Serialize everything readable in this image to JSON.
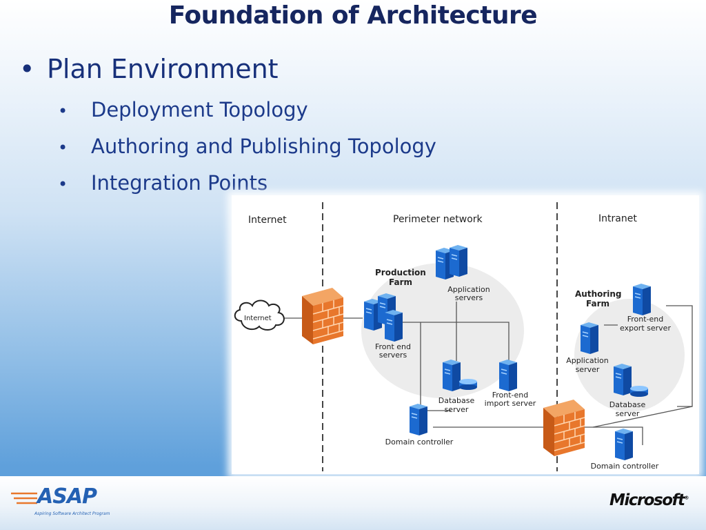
{
  "slide": {
    "title": "Foundation of Architecture",
    "bullet": "Plan Environment",
    "subbullets": [
      "Deployment Topology",
      "Authoring and Publishing Topology",
      "Integration Points"
    ]
  },
  "diagram": {
    "zones": [
      "Internet",
      "Perimeter network",
      "Intranet"
    ],
    "cloud_label": "Internet",
    "production_farm": [
      "Production",
      "Farm"
    ],
    "authoring_farm": [
      "Authoring",
      "Farm"
    ],
    "labels": {
      "app_servers": [
        "Application",
        "servers"
      ],
      "front_end_servers": [
        "Front end",
        "servers"
      ],
      "database_server_prod": [
        "Database",
        "server"
      ],
      "front_end_import": [
        "Front-end",
        "import server"
      ],
      "domain_controller_prod": "Domain controller",
      "front_end_export": [
        "Front-end",
        "export server"
      ],
      "application_server": [
        "Application",
        "server"
      ],
      "database_server_auth": [
        "Database",
        "server"
      ],
      "domain_controller_intranet": "Domain controller"
    }
  },
  "footer": {
    "asap_logo": "ASAP",
    "asap_tagline": "Aspiring Software Architect Program",
    "microsoft_logo": "Microsoft",
    "trademark": "®"
  },
  "colors": {
    "title": "#16265f",
    "bullet_text": "#17307a",
    "firewall": "#e8772c",
    "server": "#1e6fd1",
    "asap": "#2461b3"
  },
  "icons": [
    "cloud-icon",
    "firewall-icon",
    "server-icon",
    "database-disk-icon"
  ]
}
